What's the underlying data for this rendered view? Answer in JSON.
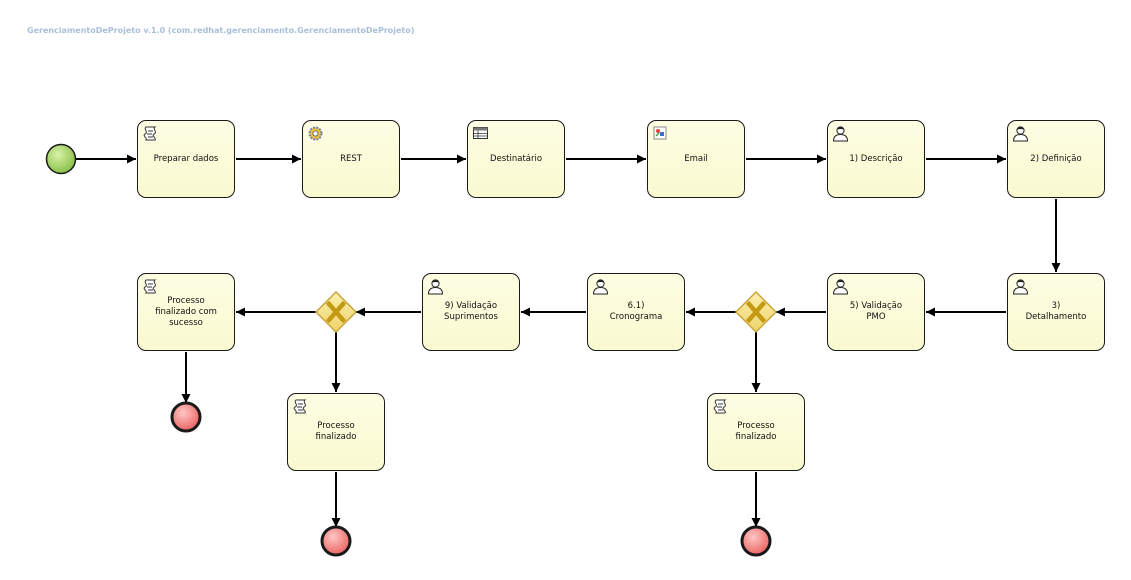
{
  "process": {
    "title": "GerenciamentoDeProjeto v.1.0 (com.redhat.gerenciamento.GerenciamentoDeProjeto)"
  },
  "tasks": {
    "preparar": {
      "label": "Preparar dados",
      "icon": "script-icon"
    },
    "rest": {
      "label": "REST",
      "icon": "service-gear-icon"
    },
    "destinatario": {
      "label": "Destinatário",
      "icon": "table-icon"
    },
    "email": {
      "label": "Email",
      "icon": "email-icon"
    },
    "descricao": {
      "label": "1) Descrição",
      "icon": "user-icon"
    },
    "definicao": {
      "label": "2) Definição",
      "icon": "user-icon"
    },
    "detalhamento": {
      "label": "3)\nDetalhamento",
      "icon": "user-icon"
    },
    "validacao_pmo": {
      "label": "5) Validação\nPMO",
      "icon": "user-icon"
    },
    "cronograma": {
      "label": "6.1)\nCronograma",
      "icon": "user-icon"
    },
    "validacao_suprimentos": {
      "label": "9) Validação\nSuprimentos",
      "icon": "user-icon"
    },
    "finalizado_sucesso": {
      "label": "Processo\nfinalizado com\nsucesso",
      "icon": "script-icon"
    },
    "finalizado_1": {
      "label": "Processo\nfinalizado",
      "icon": "script-icon"
    },
    "finalizado_2": {
      "label": "Processo\nfinalizado",
      "icon": "script-icon"
    }
  },
  "colors": {
    "start_event_fill": "#9acd5a",
    "end_event_fill": "#f07a78",
    "task_fill": "#fafad2",
    "gateway_fill": "#f2dd7a",
    "gateway_marker": "#c9a21a",
    "stroke": "#1a1a1a",
    "title_text": "#a9bfd9"
  }
}
